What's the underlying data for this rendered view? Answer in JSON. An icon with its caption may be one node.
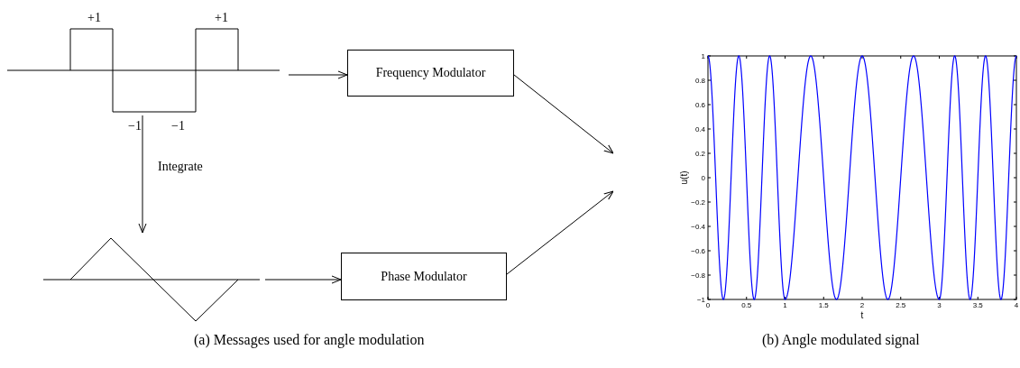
{
  "diagram": {
    "nodes": [
      {
        "text": [],
        "shape": "picture",
        "beside": [
          "+1",
          "+1",
          "−1",
          "−1"
        ]
      },
      {
        "text": [],
        "shape": "picture"
      },
      {
        "text": [
          "Frequency Modulator"
        ]
      },
      {
        "text": [
          "Phase Modulator"
        ]
      }
    ],
    "edges": [
      {
        "from": 0,
        "to": 1,
        "arrow": "to",
        "label": "Integrate"
      },
      {
        "from": 0,
        "to": 2,
        "arrow": "to"
      },
      {
        "from": 1,
        "to": 3,
        "arrow": "to"
      },
      {
        "from": 2,
        "to": null,
        "arrow": "to"
      },
      {
        "from": 3,
        "to": null,
        "arrow": "to"
      }
    ],
    "labels": [
      "1",
      "0.8",
      "0.6",
      "0.4",
      "0.2",
      "0",
      "−0.2",
      "−0.4",
      "−0.6",
      "−0.8",
      "−1",
      "u(t)",
      "0",
      "0.5",
      "1",
      "1.5",
      "2",
      "2.5",
      "3",
      "3.5",
      "4",
      "t",
      "(a) Messages used for angle modulation",
      "(b) Angle modulated signal"
    ]
  }
}
